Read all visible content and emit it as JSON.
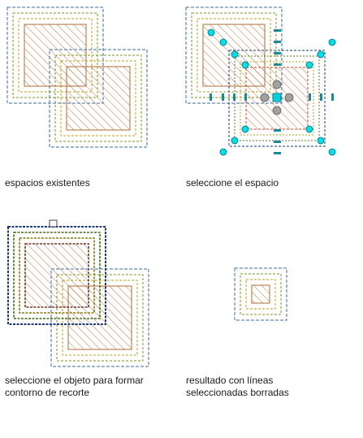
{
  "captions": {
    "panel1": "espacios existentes",
    "panel2": "seleccione el espacio",
    "panel3_line1": "seleccione el objeto para formar",
    "panel3_line2": "contorno de recorte",
    "panel4_line1": "resultado con líneas",
    "panel4_line2": "seleccionadas borradas"
  },
  "colors": {
    "outer_line": "#3a6ea5",
    "middle_line": "#7a9a1e",
    "inner_line": "#b8a020",
    "hatch": "#b06a30",
    "grip": "#00e0e8",
    "grip_selected": "#00cfe0",
    "grip_stroke": "#006b80",
    "grip_gray": "#a0a0a0",
    "tick": "#1a8a9a",
    "selection_dash": "#1a3a7a"
  }
}
